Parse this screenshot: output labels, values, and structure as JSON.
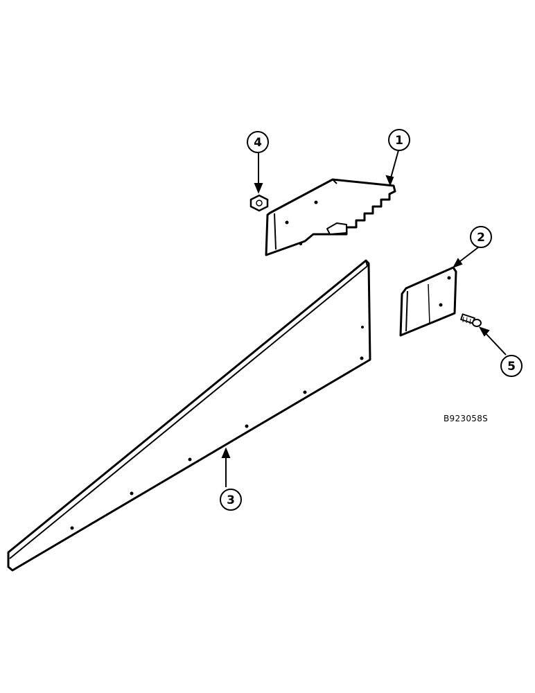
{
  "diagram": {
    "callouts": [
      {
        "id": "1",
        "label": "1",
        "part": "upper-stepped-panel"
      },
      {
        "id": "2",
        "label": "2",
        "part": "small-plate"
      },
      {
        "id": "3",
        "label": "3",
        "part": "long-tapered-panel"
      },
      {
        "id": "4",
        "label": "4",
        "part": "nut"
      },
      {
        "id": "5",
        "label": "5",
        "part": "bolt"
      }
    ],
    "reference_code": "B923058S"
  }
}
